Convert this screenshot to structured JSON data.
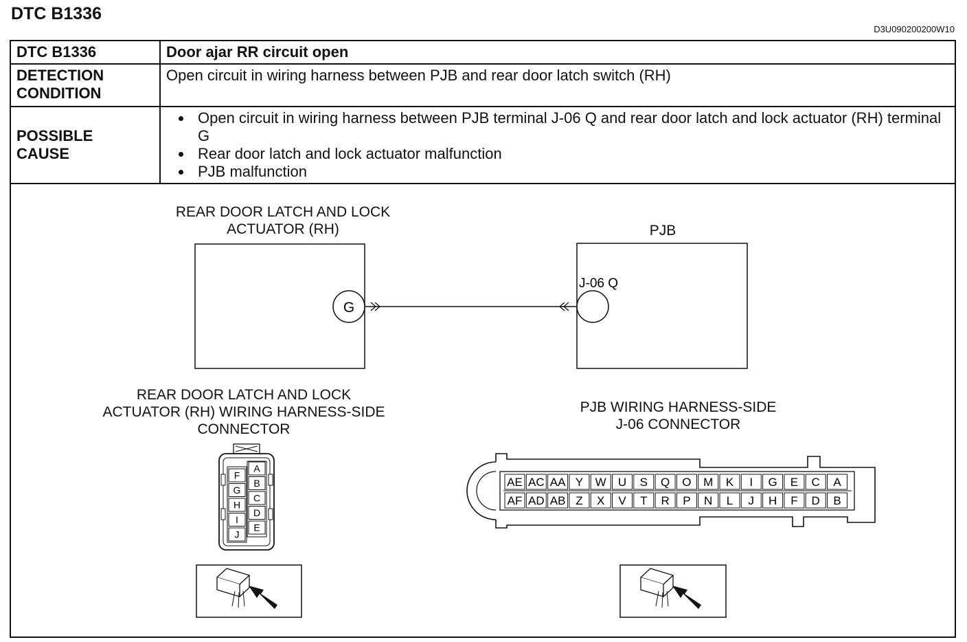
{
  "header": {
    "title": "DTC B1336",
    "doc_code": "D3U090200200W10"
  },
  "table": {
    "row1": {
      "label": "DTC B1336",
      "value": "Door ajar RR circuit open"
    },
    "row2": {
      "label_line1": "DETECTION",
      "label_line2": "CONDITION",
      "value": "Open circuit in wiring harness between PJB and rear door latch switch (RH)"
    },
    "row3": {
      "label_line1": "POSSIBLE",
      "label_line2": "CAUSE",
      "causes": [
        "Open circuit in wiring harness between PJB terminal J-06 Q and rear door latch and lock actuator (RH) terminal G",
        "Rear door latch and lock actuator malfunction",
        "PJB malfunction"
      ]
    }
  },
  "diagram": {
    "actuator_title_line1": "REAR DOOR LATCH AND LOCK",
    "actuator_title_line2": "ACTUATOR (RH)",
    "actuator_terminal": "G",
    "pjb_title": "PJB",
    "pjb_terminal_label": "J-06 Q",
    "actuator_connector_caption_line1": "REAR DOOR LATCH AND LOCK",
    "actuator_connector_caption_line2": "ACTUATOR (RH) WIRING HARNESS-SIDE",
    "actuator_connector_caption_line3": "CONNECTOR",
    "pjb_connector_caption_line1": "PJB WIRING HARNESS-SIDE",
    "pjb_connector_caption_line2": "J-06 CONNECTOR",
    "actuator_pins_left": [
      "F",
      "G",
      "H",
      "I",
      "J"
    ],
    "actuator_pins_right": [
      "A",
      "B",
      "C",
      "D",
      "E"
    ],
    "pjb_pins_top": [
      "AE",
      "AC",
      "AA",
      "Y",
      "W",
      "U",
      "S",
      "Q",
      "O",
      "M",
      "K",
      "I",
      "G",
      "E",
      "C",
      "A"
    ],
    "pjb_pins_bottom": [
      "AF",
      "AD",
      "AB",
      "Z",
      "X",
      "V",
      "T",
      "R",
      "P",
      "N",
      "L",
      "J",
      "H",
      "F",
      "D",
      "B"
    ]
  }
}
